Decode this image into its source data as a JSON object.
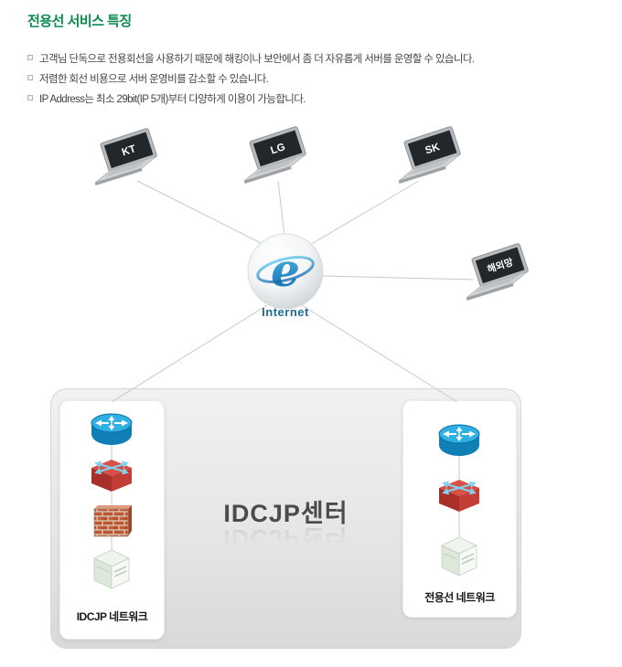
{
  "header": {
    "title": "전용선 서비스 특징"
  },
  "features": [
    "고객님 단독으로 전용회선을 사용하기 때문에 해킹이나 보안에서 좀 더 자유롭게 서버를 운영할 수 있습니다.",
    "저렴한 회선 비용으로 서버 운영비를 감소할 수 있습니다.",
    "IP Address는 최소 29bit(IP 5개)부터 다양하게 이용이 가능합니다."
  ],
  "diagram": {
    "providers": {
      "kt": "KT",
      "lg": "LG",
      "sk": "SK",
      "overseas": "해외망"
    },
    "internet": {
      "label": "Internet",
      "logo_letter": "e"
    },
    "datacenter": {
      "title": "IDCJP센터",
      "left_label": "IDCJP 네트워크",
      "right_label": "전용선 네트워크"
    },
    "colors": {
      "title_green": "#0a8c4f",
      "connector_gray": "#c9c9c9",
      "internet_label_color": "#1c6e8e",
      "router_blue": "#2fb0e4",
      "switch_red": "#d8524a",
      "brick_orange": "#bc5730"
    }
  }
}
